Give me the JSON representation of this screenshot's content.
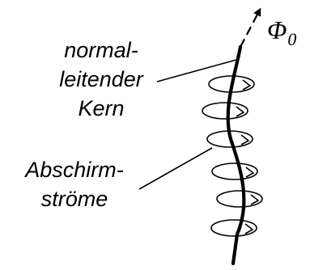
{
  "labels": {
    "core": [
      "normal-",
      "leitender",
      "Kern"
    ],
    "currents": [
      "Abschirm-",
      "ströme"
    ]
  },
  "flux": {
    "symbol": "Φ",
    "subscript": "0"
  },
  "colors": {
    "ink": "#000000",
    "background": "#ffffff"
  }
}
